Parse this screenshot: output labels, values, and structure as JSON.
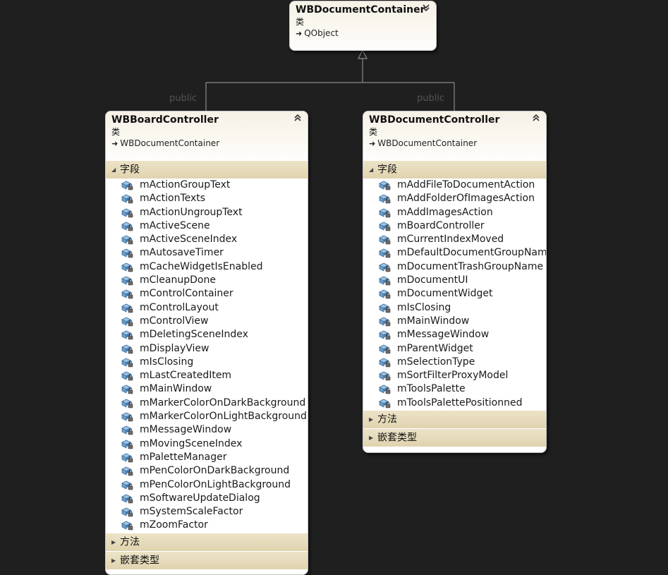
{
  "diagram": {
    "base_class": {
      "name": "WBDocumentContainer",
      "kind": "类",
      "base": "QObject",
      "collapse_icon": "double-chevron-down-icon"
    },
    "inheritance_labels": [
      "public",
      "public"
    ],
    "classes": [
      {
        "name": "WBBoardController",
        "kind": "类",
        "base": "WBDocumentContainer",
        "collapse_icon": "double-chevron-up-icon",
        "fields_label": "字段",
        "fields": [
          "mActionGroupText",
          "mActionTexts",
          "mActionUngroupText",
          "mActiveScene",
          "mActiveSceneIndex",
          "mAutosaveTimer",
          "mCacheWidgetIsEnabled",
          "mCleanupDone",
          "mControlContainer",
          "mControlLayout",
          "mControlView",
          "mDeletingSceneIndex",
          "mDisplayView",
          "mIsClosing",
          "mLastCreatedItem",
          "mMainWindow",
          "mMarkerColorOnDarkBackground",
          "mMarkerColorOnLightBackground",
          "mMessageWindow",
          "mMovingSceneIndex",
          "mPaletteManager",
          "mPenColorOnDarkBackground",
          "mPenColorOnLightBackground",
          "mSoftwareUpdateDialog",
          "mSystemScaleFactor",
          "mZoomFactor"
        ],
        "methods_label": "方法",
        "nested_label": "嵌套类型"
      },
      {
        "name": "WBDocumentController",
        "kind": "类",
        "base": "WBDocumentContainer",
        "collapse_icon": "double-chevron-up-icon",
        "fields_label": "字段",
        "fields": [
          "mAddFileToDocumentAction",
          "mAddFolderOfImagesAction",
          "mAddImagesAction",
          "mBoardController",
          "mCurrentIndexMoved",
          "mDefaultDocumentGroupName",
          "mDocumentTrashGroupName",
          "mDocumentUI",
          "mDocumentWidget",
          "mIsClosing",
          "mMainWindow",
          "mMessageWindow",
          "mParentWidget",
          "mSelectionType",
          "mSortFilterProxyModel",
          "mToolsPalette",
          "mToolsPalettePositionned"
        ],
        "methods_label": "方法",
        "nested_label": "嵌套类型"
      }
    ]
  },
  "colors": {
    "background": "#1f1f1f",
    "section_bar": "#e3d7b4",
    "connector": "#8a8a8a"
  },
  "icons": {
    "field": "private-field-icon",
    "expanded": "triangle-expanded-icon",
    "collapsed": "triangle-collapsed-icon",
    "inherits": "inherits-arrow-icon"
  }
}
